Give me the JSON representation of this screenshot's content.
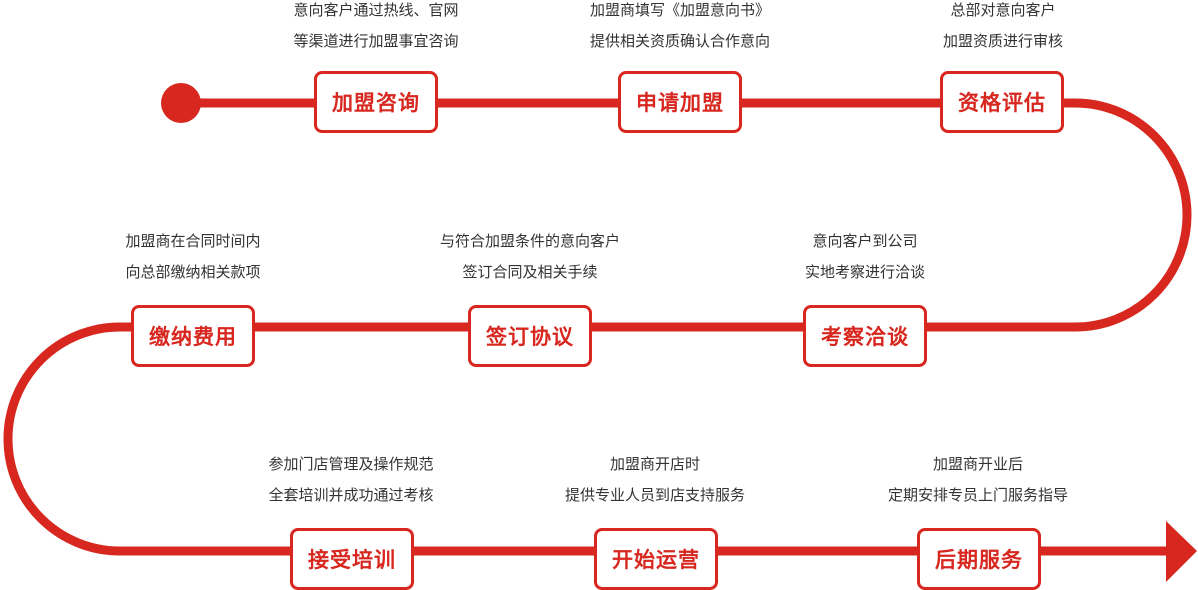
{
  "colors": {
    "accent": "#d7271f",
    "text": "#333333",
    "background": "#ffffff"
  },
  "steps": [
    {
      "label": "加盟咨询",
      "desc": [
        "意向客户通过热线、官网",
        "等渠道进行加盟事宜咨询"
      ]
    },
    {
      "label": "申请加盟",
      "desc": [
        "加盟商填写《加盟意向书》",
        "提供相关资质确认合作意向"
      ]
    },
    {
      "label": "资格评估",
      "desc": [
        "总部对意向客户",
        "加盟资质进行审核"
      ]
    },
    {
      "label": "考察洽谈",
      "desc": [
        "意向客户到公司",
        "实地考察进行洽谈"
      ]
    },
    {
      "label": "签订协议",
      "desc": [
        "与符合加盟条件的意向客户",
        "签订合同及相关手续"
      ]
    },
    {
      "label": "缴纳费用",
      "desc": [
        "加盟商在合同时间内",
        "向总部缴纳相关款项"
      ]
    },
    {
      "label": "接受培训",
      "desc": [
        "参加门店管理及操作规范",
        "全套培训并成功通过考核"
      ]
    },
    {
      "label": "开始运营",
      "desc": [
        "加盟商开店时",
        "提供专业人员到店支持服务"
      ]
    },
    {
      "label": "后期服务",
      "desc": [
        "加盟商开业后",
        "定期安排专员上门服务指导"
      ]
    }
  ]
}
